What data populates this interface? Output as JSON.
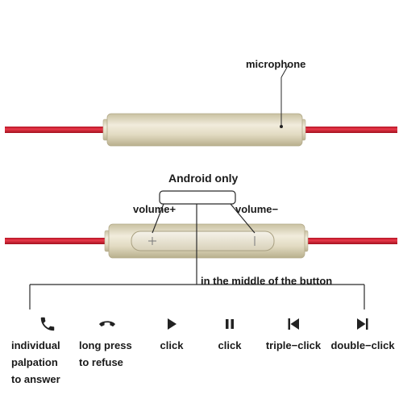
{
  "labels": {
    "microphone": "microphone",
    "android_only": "Android only",
    "volume_plus": "volume+",
    "volume_minus": "volume−",
    "middle_button": "in the middle of the button"
  },
  "controls": [
    {
      "icon": "phone-icon",
      "label": "individual\npalpation\nto answer"
    },
    {
      "icon": "hang-up-icon",
      "label": "long press\nto refuse"
    },
    {
      "icon": "play-icon",
      "label": "click"
    },
    {
      "icon": "pause-icon",
      "label": "click"
    },
    {
      "icon": "skip-previous-icon",
      "label": "triple−click"
    },
    {
      "icon": "skip-next-icon",
      "label": "double−click"
    }
  ],
  "colors": {
    "cable": "#d01f2e",
    "housing": "#d9d2b6",
    "outline": "#2a2a2a"
  }
}
